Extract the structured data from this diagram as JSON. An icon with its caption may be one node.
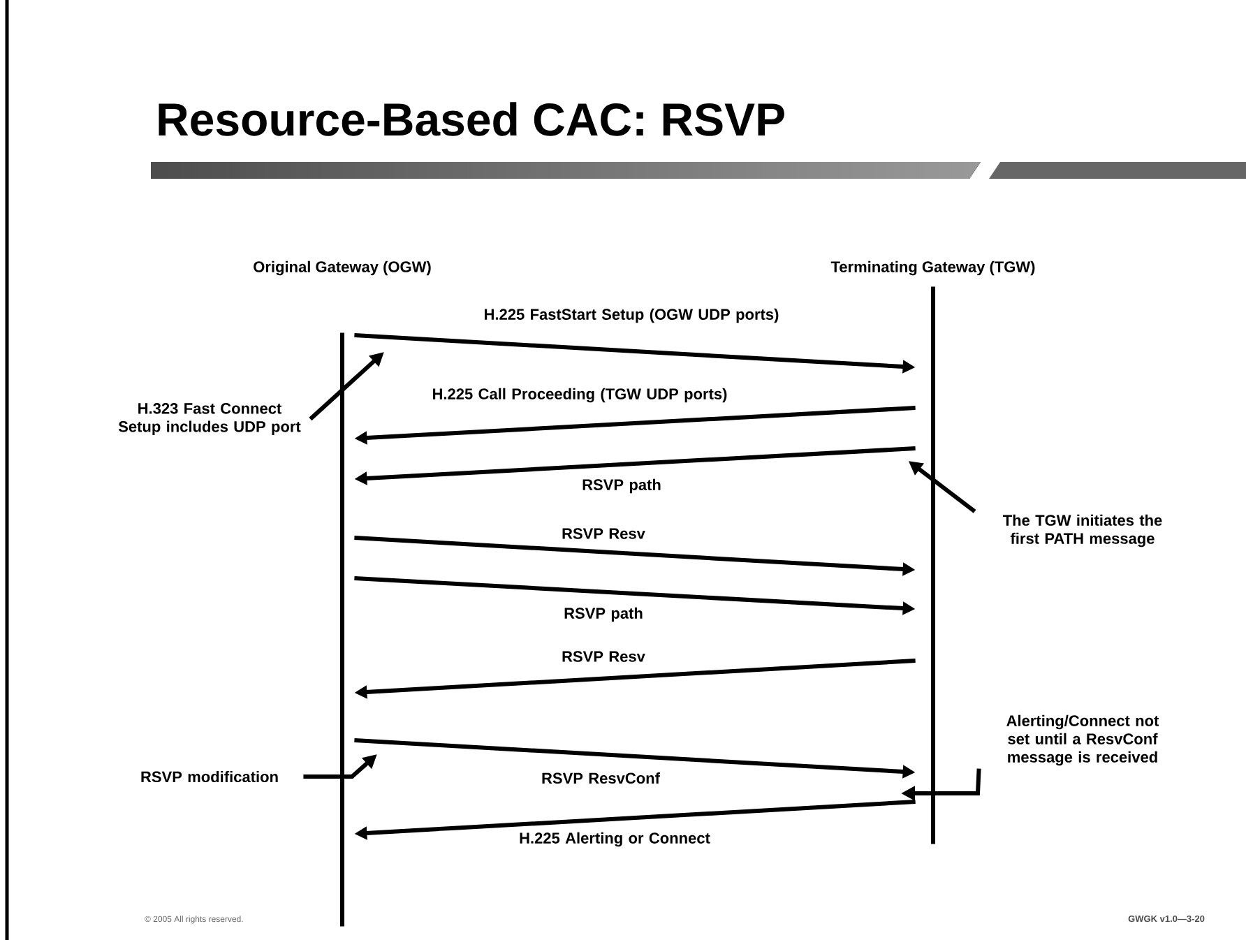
{
  "diagram": {
    "title": "Resource-Based CAC: RSVP",
    "nodes": [
      {
        "text": [
          "Original Gateway (OGW)"
        ]
      },
      {
        "text": [
          "Terminating Gateway (TGW)"
        ]
      },
      {
        "text": [
          "H.323 Fast Connect Setup includes UDP port"
        ]
      },
      {
        "text": [
          "The TGW initiates the first PATH message"
        ]
      },
      {
        "text": [
          "RSVP modification"
        ]
      },
      {
        "text": [
          "Alerting/Connect not set until a ResvConf message is received"
        ]
      }
    ],
    "edges": [
      {
        "from": 0,
        "to": 1,
        "arrow": "to",
        "label": "H.225 FastStart Setup (OGW UDP ports)"
      },
      {
        "from": 1,
        "to": 0,
        "arrow": "to",
        "label": "H.225 Call Proceeding (TGW UDP ports)"
      },
      {
        "from": 1,
        "to": 0,
        "arrow": "to",
        "label": "RSVP path"
      },
      {
        "from": 0,
        "to": 1,
        "arrow": "to",
        "label": "RSVP Resv"
      },
      {
        "from": 0,
        "to": 1,
        "arrow": "to",
        "label": "RSVP path"
      },
      {
        "from": 1,
        "to": 0,
        "arrow": "to",
        "label": "RSVP Resv"
      },
      {
        "from": 0,
        "to": 1,
        "arrow": "to",
        "label": "RSVP ResvConf"
      },
      {
        "from": 1,
        "to": 0,
        "arrow": "to",
        "label": "H.225 Alerting or Connect"
      },
      {
        "from": 2,
        "to": null,
        "arrow": "to"
      },
      {
        "from": 3,
        "to": 1,
        "arrow": "to"
      },
      {
        "from": 4,
        "to": null,
        "arrow": "to"
      },
      {
        "from": 5,
        "to": null,
        "arrow": "to"
      }
    ],
    "labels": [
      "© 2005 All rights reserved.",
      "GWGK v1.0—3-20"
    ]
  }
}
